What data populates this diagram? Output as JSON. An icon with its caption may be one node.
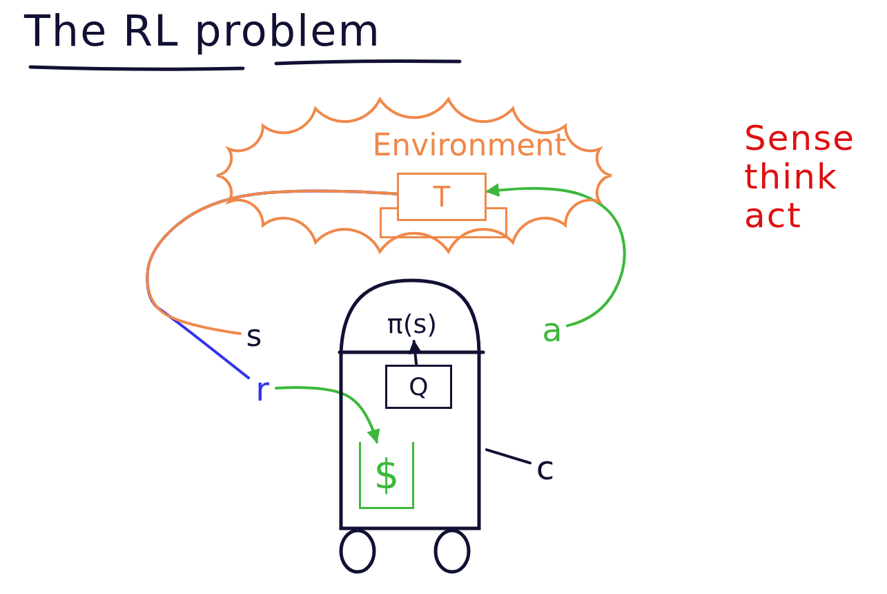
{
  "diagram": {
    "title": "The RL problem",
    "nodes": [
      {
        "text": [
          "Environment"
        ]
      },
      {
        "text": [
          "T"
        ],
        "in": 0
      },
      {
        "text": [],
        "shape": "picture"
      },
      {
        "text": [
          "π(s)"
        ],
        "in": 2
      },
      {
        "text": [
          "Q"
        ],
        "in": 2
      },
      {
        "text": [
          "$"
        ],
        "in": 2
      },
      {
        "text": [
          "s"
        ]
      },
      {
        "text": [
          "r"
        ]
      },
      {
        "text": [
          "a"
        ]
      },
      {
        "text": [
          "c"
        ]
      },
      {
        "text": [],
        "shape": "box",
        "in": 0
      }
    ],
    "edges": [
      {
        "from": 1,
        "to": 6,
        "arrow": "none",
        "color": "#f0884a"
      },
      {
        "from": 7,
        "to": 1,
        "arrow": "none",
        "color": "#3333ee"
      },
      {
        "from": 7,
        "to": 5,
        "arrow": "to",
        "color": "#3cb83c"
      },
      {
        "from": 8,
        "to": 1,
        "arrow": "to",
        "color": "#3cb83c"
      },
      {
        "from": 4,
        "to": 3,
        "arrow": "to",
        "color": "#111133"
      },
      {
        "from": 9,
        "to": 2,
        "arrow": "none",
        "color": "#111133"
      }
    ],
    "labels": [
      "Sense think act"
    ]
  }
}
